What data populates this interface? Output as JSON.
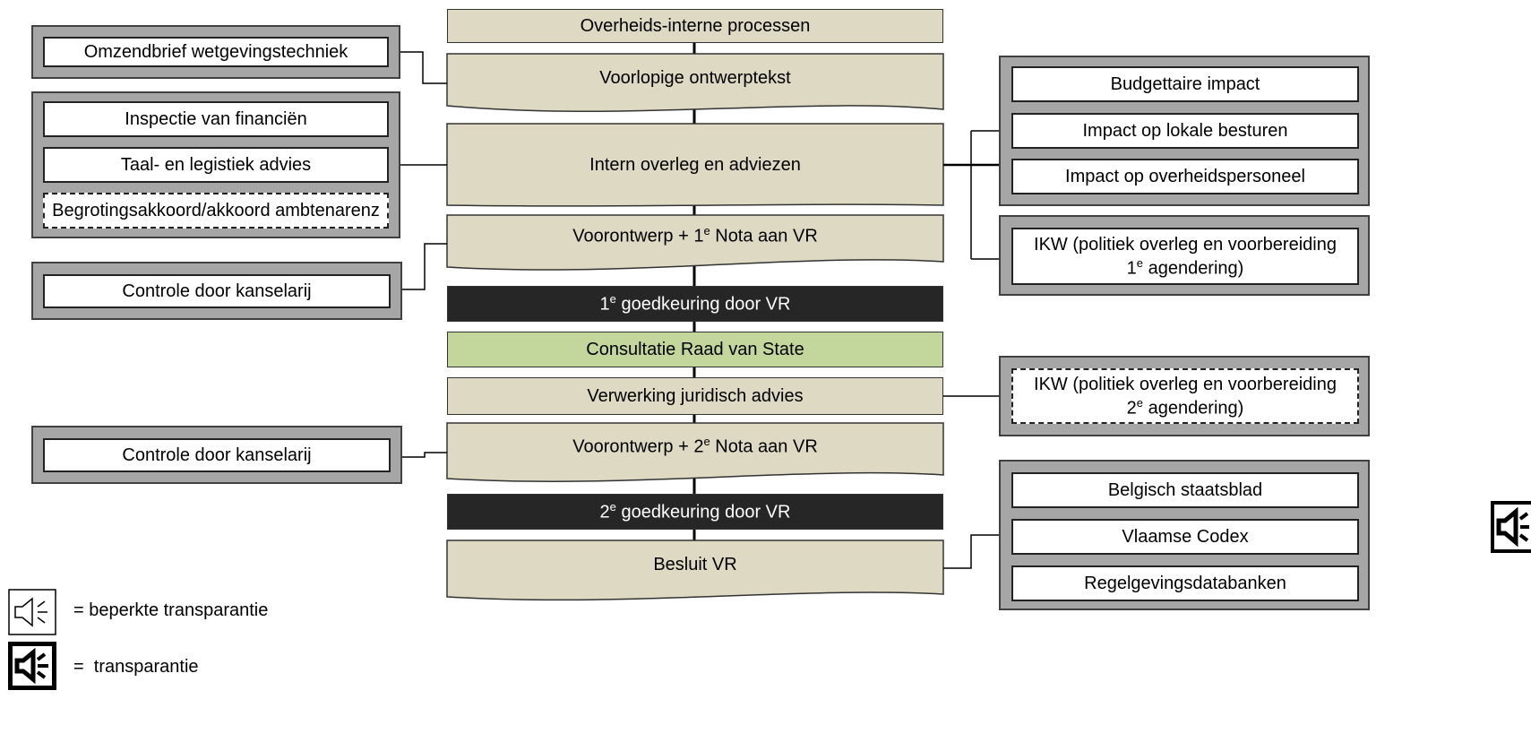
{
  "center": {
    "overheids": "Overheids-interne processen",
    "voorlopige": "Voorlopige ontwerptekst",
    "intern": "Intern overleg en adviezen",
    "voorontwerp1": {
      "pre": "Voorontwerp + 1",
      "sup": "e",
      "post": " Nota aan VR"
    },
    "goedkeuring1": {
      "pre": "1",
      "sup": "e",
      "post": " goedkeuring door VR"
    },
    "consultatie": "Consultatie Raad van State",
    "verwerking": "Verwerking juridisch  advies",
    "voorontwerp2": {
      "pre": "Voorontwerp + 2",
      "sup": "e",
      "post": " Nota aan VR"
    },
    "goedkeuring2": {
      "pre": "2",
      "sup": "e",
      "post": " goedkeuring door VR"
    },
    "besluit": "Besluit VR"
  },
  "left": {
    "omzendbrief": "Omzendbrief wetgevingstechniek",
    "inspectie": "Inspectie van financiën",
    "taal": "Taal- en legistiek  advies",
    "begroting": "Begrotingsakkoord/akkoord ambtenarenz",
    "controle1": "Controle door kanselarij",
    "controle2": "Controle door kanselarij"
  },
  "right": {
    "budgettaire": "Budgettaire impact",
    "lokale": "Impact op lokale besturen",
    "personeel": "Impact op overheidspersoneel",
    "ikw1": {
      "pre": "IKW (politiek overleg en voorbereiding 1",
      "sup": "e",
      "post": " agendering)"
    },
    "ikw2": {
      "pre": "IKW (politiek overleg en voorbereiding 2",
      "sup": "e",
      "post": " agendering)"
    },
    "staatsblad": "Belgisch staatsblad",
    "codex": "Vlaamse Codex",
    "databanken": "Regelgevingsdatabanken"
  },
  "legend": {
    "beperkt": "= beperkte transparantie",
    "transparant": "=  transparantie"
  },
  "colors": {
    "process": "#ddd9c3",
    "approval": "#262626",
    "consultation": "#c3d69b",
    "group": "#a6a6a6"
  },
  "icons": [
    "speaker-limited-icon",
    "speaker-full-icon"
  ]
}
